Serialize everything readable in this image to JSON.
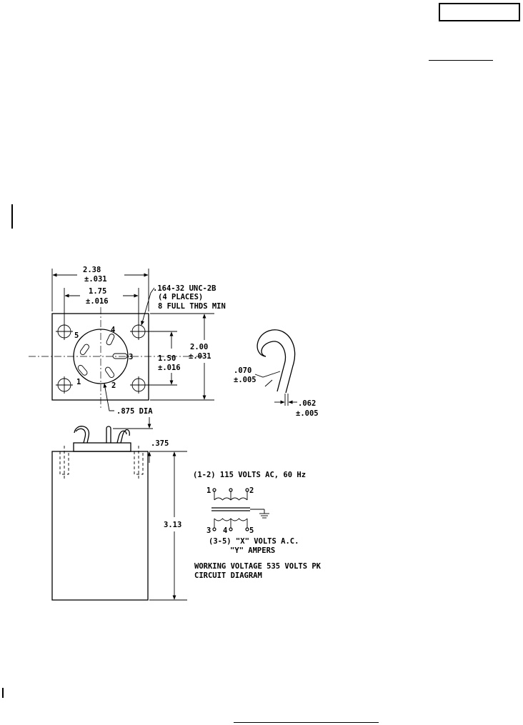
{
  "top_view": {
    "width_nominal": "2.38",
    "width_tol": "±.031",
    "hole_spacing_x_nominal": "1.75",
    "hole_spacing_x_tol": "±.016",
    "thread_spec": ".164-32 UNC-2B",
    "thread_places": "(4 PLACES)",
    "thread_depth": "8 FULL THDS MIN",
    "height_nominal": "2.00",
    "height_tol": "±.031",
    "hole_spacing_y_nominal": "1.50",
    "hole_spacing_y_tol": "±.016",
    "connector_dia": ".875 DIA",
    "pin_labels": [
      "1",
      "2",
      "3",
      "4",
      "5"
    ]
  },
  "hook_detail": {
    "wire_dia_nominal": ".070",
    "wire_dia_tol": "±.005",
    "gap_nominal": ".062",
    "gap_tol": "±.005"
  },
  "side_view": {
    "terminal_height": ".375",
    "body_height": "3.13"
  },
  "circuit": {
    "primary_label": "(1-2) 115 VOLTS AC, 60 Hz",
    "primary_pins": [
      "1",
      "2"
    ],
    "secondary_pins": [
      "3",
      "4",
      "5"
    ],
    "secondary_label_1": "(3-5) \"X\" VOLTS A.C.",
    "secondary_label_2": "\"Y\" AMPERS",
    "working_voltage": "WORKING VOLTAGE 535 VOLTS PK",
    "caption": "CIRCUIT DIAGRAM"
  }
}
